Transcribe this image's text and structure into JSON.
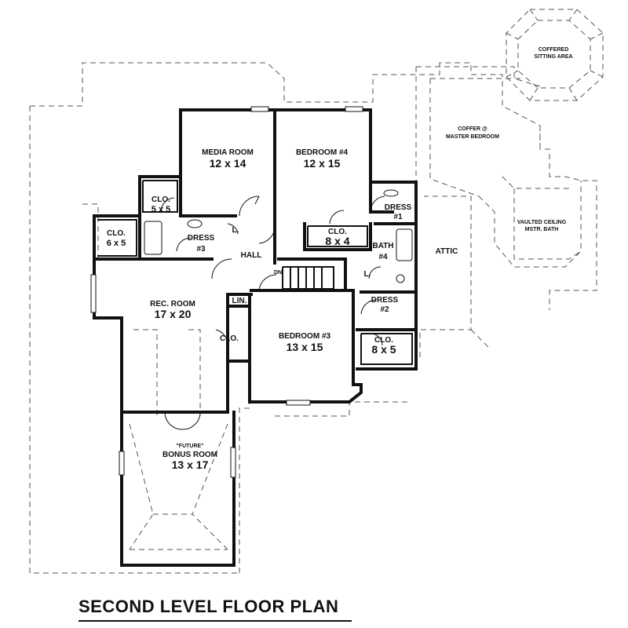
{
  "title": "SECOND LEVEL FLOOR PLAN",
  "rooms": {
    "media_room": {
      "name": "MEDIA ROOM",
      "size": "12 x 14"
    },
    "bedroom4": {
      "name": "BEDROOM #4",
      "size": "12 x 15"
    },
    "clo_5x5": {
      "name": "CLO.",
      "size": "5 x 5"
    },
    "clo_6x5": {
      "name": "CLO.",
      "size": "6 x 5"
    },
    "dress3": {
      "name": "DRESS",
      "size": "#3"
    },
    "linen_top": {
      "name": "L."
    },
    "hall": {
      "name": "HALL"
    },
    "clo_8x4": {
      "name": "CLO.",
      "size": "8 x 4"
    },
    "dress1": {
      "name": "DRESS",
      "size": "#1"
    },
    "bath4": {
      "name": "BATH",
      "size": "#4"
    },
    "attic": {
      "name": "ATTIC"
    },
    "linen_right": {
      "name": "L."
    },
    "stairs": {
      "name": "DN"
    },
    "lin": {
      "name": "LIN."
    },
    "rec_room": {
      "name": "REC. ROOM",
      "size": "17 x 20"
    },
    "clo_small": {
      "name": "CLO."
    },
    "bedroom3": {
      "name": "BEDROOM #3",
      "size": "13 x 15"
    },
    "dress2": {
      "name": "DRESS",
      "size": "#2"
    },
    "clo_8x5": {
      "name": "CLO.",
      "size": "8 x 5"
    },
    "bonus_room": {
      "note": "\"FUTURE\"",
      "name": "BONUS ROOM",
      "size": "13 x 17"
    },
    "coffered": {
      "line1": "COFFERED",
      "line2": "SITTING AREA"
    },
    "coffer_master": {
      "line1": "COFFER @",
      "line2": "MASTER BEDROOM"
    },
    "vaulted": {
      "line1": "VAULTED CEILING",
      "line2": "MSTR. BATH"
    }
  }
}
